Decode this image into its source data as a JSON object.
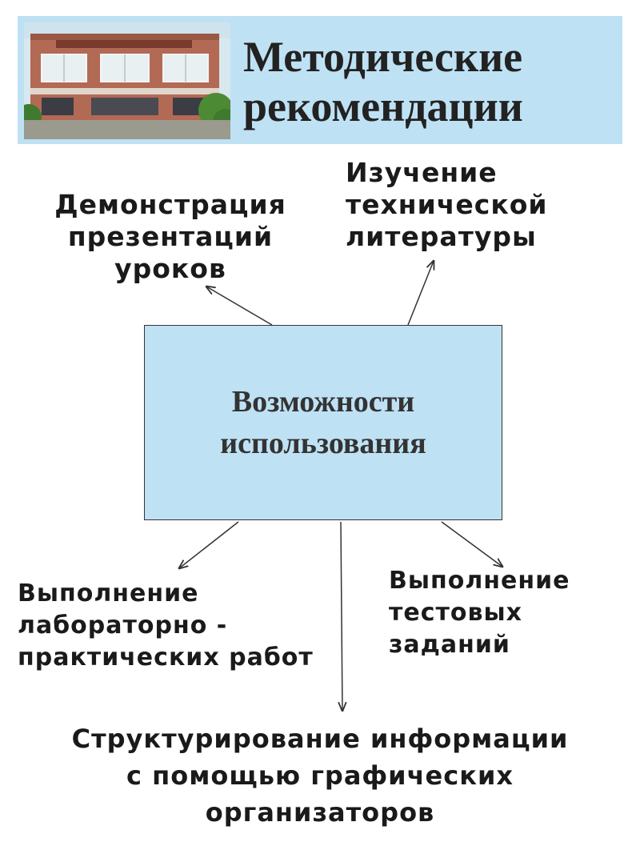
{
  "header": {
    "title_line1": "Методические",
    "title_line2": "рекомендации",
    "photo": "college-building-photo"
  },
  "center": {
    "line1": "Возможности",
    "line2": "использования"
  },
  "nodes": {
    "demo": [
      "Демонстрация",
      "презентаций",
      "уроков"
    ],
    "literature": [
      "Изучение",
      "технической",
      "литературы"
    ],
    "lab": [
      "Выполнение",
      "лабораторно -",
      "практических работ"
    ],
    "tests": [
      "Выполнение",
      "тестовых",
      "заданий"
    ],
    "structuring": [
      "Структурирование информации",
      "с помощью графических",
      "организаторов"
    ]
  },
  "colors": {
    "box_fill": "#bfe1f4",
    "text": "#1a1a1a",
    "arrow": "#333333"
  }
}
